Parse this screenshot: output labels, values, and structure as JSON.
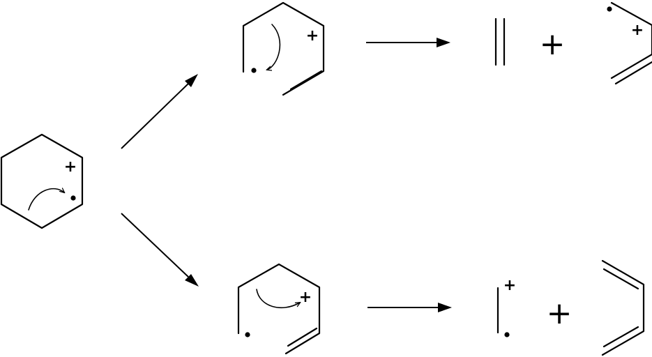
{
  "diagram": {
    "charge_symbol": "+",
    "operator_symbol": "+",
    "species": [
      {
        "id": "cyclohexene-radical-cation",
        "charge": "+",
        "radical": true
      },
      {
        "id": "upper-ring-opened-intermediate",
        "charge": "+",
        "radical": true
      },
      {
        "id": "ethylene"
      },
      {
        "id": "upper-allyl-fragment",
        "charge": "+",
        "radical": true
      },
      {
        "id": "lower-ring-opened-intermediate",
        "charge": "+",
        "radical": true
      },
      {
        "id": "ethylene-radical-cation",
        "charge": "+",
        "radical": true
      },
      {
        "id": "butadiene"
      }
    ],
    "reactions": [
      {
        "from": "cyclohexene-radical-cation",
        "to": "upper-ring-opened-intermediate"
      },
      {
        "from": "cyclohexene-radical-cation",
        "to": "lower-ring-opened-intermediate"
      },
      {
        "from": "upper-ring-opened-intermediate",
        "to": [
          "ethylene",
          "upper-allyl-fragment"
        ]
      },
      {
        "from": "lower-ring-opened-intermediate",
        "to": [
          "ethylene-radical-cation",
          "butadiene"
        ]
      }
    ]
  }
}
